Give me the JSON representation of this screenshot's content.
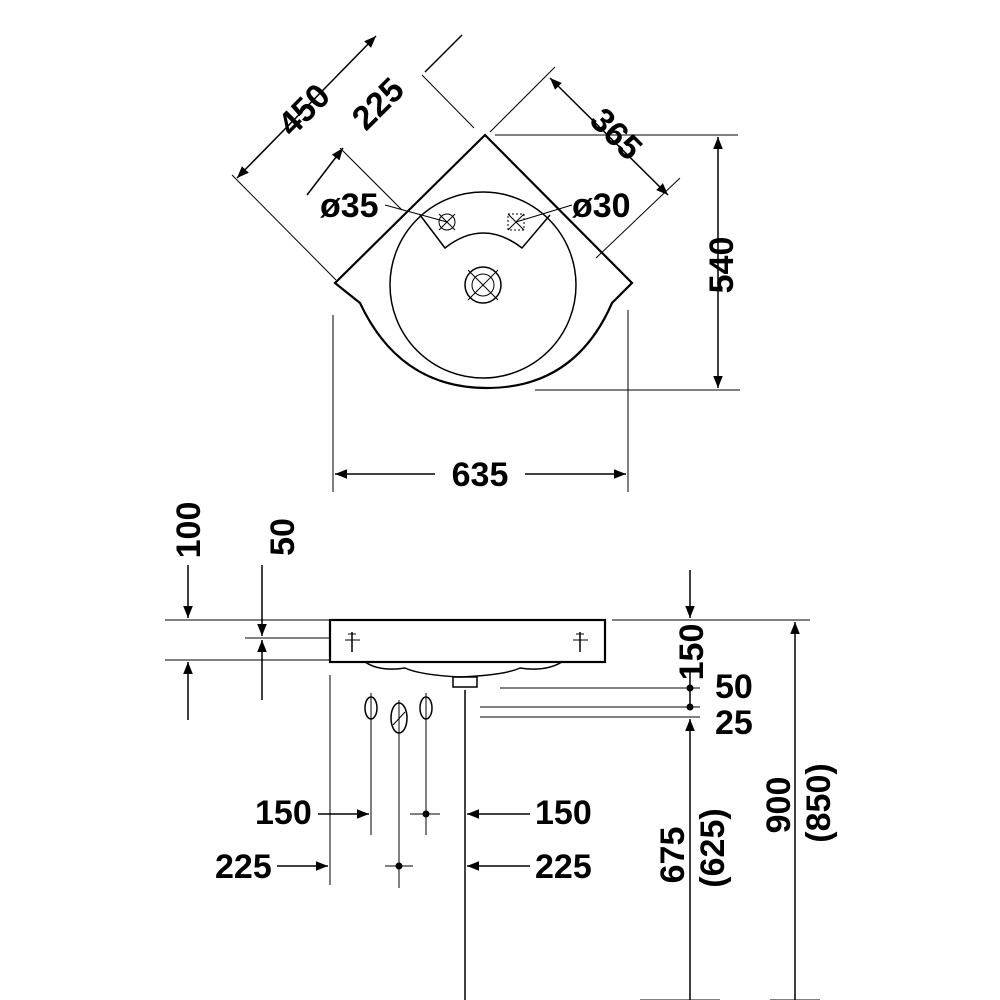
{
  "top_view": {
    "dim_diagonal_width": "450",
    "dim_half_width": "225",
    "dim_edge_length": "365",
    "dim_depth": "540",
    "dim_overall_width": "635",
    "tap_hole_left": "ø35",
    "tap_hole_right": "ø30"
  },
  "front_view": {
    "dim_100": "100",
    "dim_50_top": "50",
    "dim_150_right": "150",
    "dim_50_right": "50",
    "dim_25": "25",
    "dim_675": "675",
    "dim_625": "(625)",
    "dim_900": "900",
    "dim_850": "(850)",
    "dim_150_left": "150",
    "dim_150_center": "150",
    "dim_225_left": "225",
    "dim_225_center": "225"
  }
}
